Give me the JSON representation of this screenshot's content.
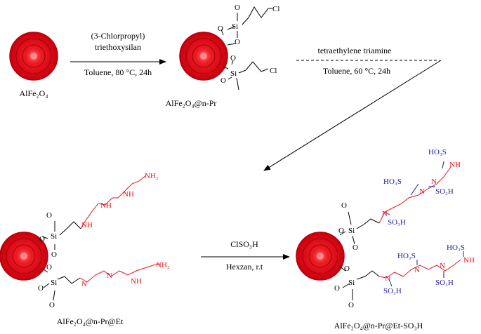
{
  "colors": {
    "particle_red": "#e8141c",
    "particle_dark": "#b3000c",
    "amine_red": "#e8141c",
    "sulfonic_blue": "#1a1aa8"
  },
  "compounds": {
    "c1": "AlFe₂O₄",
    "c2": "AlFe₂O₄@n-Pr",
    "c3": "AlFe₂O₄@n-Pr@Et",
    "c4": "AlFe₂O₄@n-Pr@Et-SO₃H"
  },
  "steps": {
    "s1_reagent_1": "(3-Chlorpropyl)",
    "s1_reagent_2": "triethoxysilan",
    "s1_conditions": "Toluene, 80 °C, 24h",
    "s2_reagent": "tetraethylene triamine",
    "s2_conditions": "Toluene, 60 °C, 24h",
    "s3_reagent": "ClSO₃H",
    "s3_conditions": "Hexzan, r.t"
  },
  "atoms": {
    "O": "O",
    "Si": "Si",
    "Cl": "Cl",
    "N": "N",
    "NH": "NH",
    "NH2": "NH₂",
    "SO3H": "SO₃H",
    "HO3S": "HO₃S"
  }
}
